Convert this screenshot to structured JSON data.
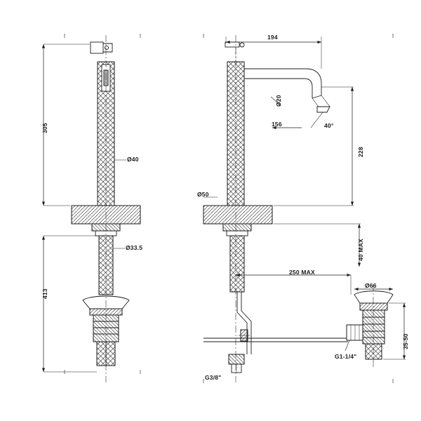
{
  "drawing": {
    "title": "Faucet technical drawing",
    "background_color": "#ffffff",
    "line_color": "#1a1a1a",
    "hatch_color": "#555555"
  },
  "dimensions": {
    "left_view": [
      {
        "id": "height-305",
        "text": "305",
        "rotated": true
      },
      {
        "id": "dia-40",
        "text": "Ø40",
        "rotated": false
      },
      {
        "id": "dia-33-5",
        "text": "Ø33.5",
        "rotated": false
      },
      {
        "id": "length-413",
        "text": "413",
        "rotated": true
      }
    ],
    "right_view": [
      {
        "id": "spout-194",
        "text": "194",
        "rotated": false
      },
      {
        "id": "dia-20",
        "text": "Ø20",
        "rotated": true
      },
      {
        "id": "height-156",
        "text": "156",
        "rotated": false
      },
      {
        "id": "angle-40",
        "text": "40°",
        "rotated": false
      },
      {
        "id": "height-228",
        "text": "228",
        "rotated": true
      },
      {
        "id": "dia-50",
        "text": "Ø50",
        "rotated": false
      },
      {
        "id": "max-40",
        "text": "40 MAX",
        "rotated": true
      },
      {
        "id": "max-250",
        "text": "250  MAX",
        "rotated": false
      },
      {
        "id": "dia-66",
        "text": "Ø66",
        "rotated": false
      },
      {
        "id": "range-35-50",
        "text": "35-50",
        "rotated": true
      },
      {
        "id": "thread-g1-1-4",
        "text": "G1-1/4\"",
        "rotated": false
      },
      {
        "id": "thread-g3-8",
        "text": "G3/8\"",
        "rotated": false
      }
    ]
  }
}
